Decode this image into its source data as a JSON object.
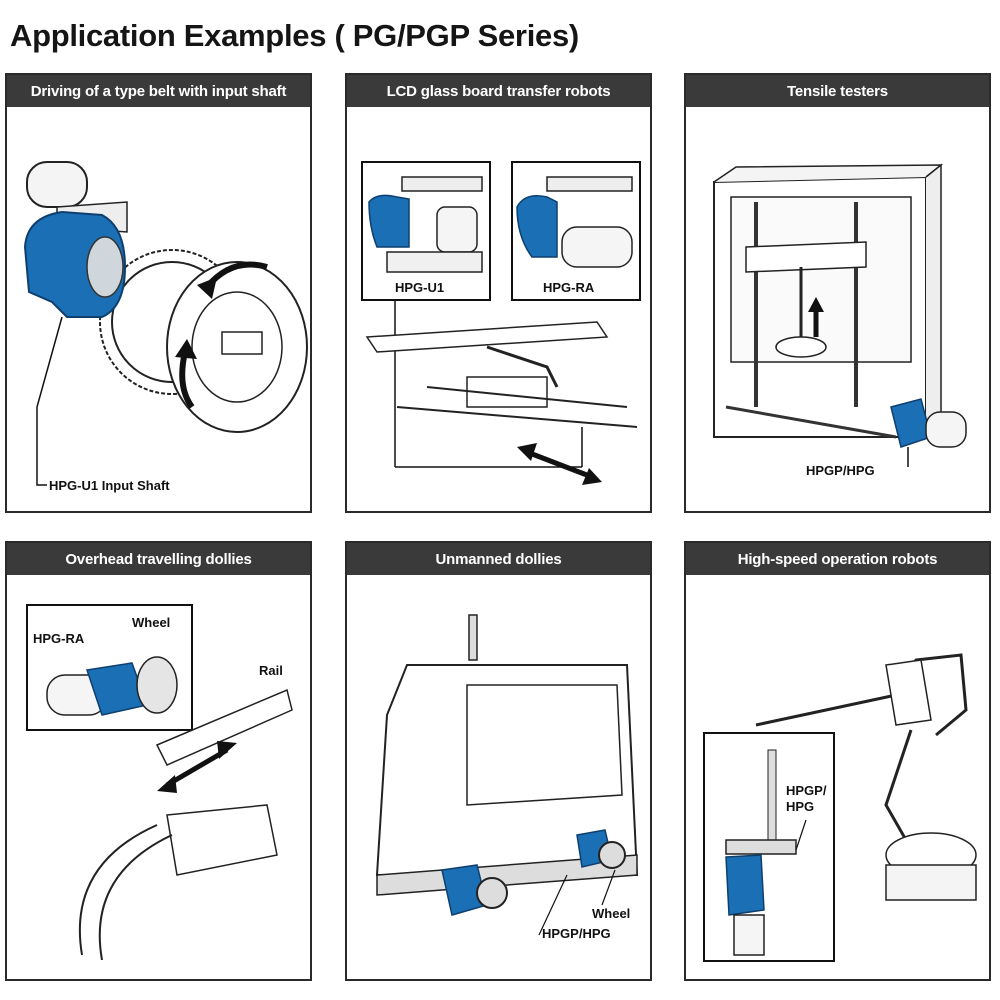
{
  "page": {
    "title": "Application Examples ( PG/PGP Series)"
  },
  "panels": [
    {
      "title": "Driving of a type belt with input shaft",
      "labels": {
        "gear": "HPG-U1 Input Shaft"
      }
    },
    {
      "title": "LCD glass board transfer robots",
      "labels": {
        "left": "HPG-U1",
        "right": "HPG-RA"
      }
    },
    {
      "title": "Tensile testers",
      "labels": {
        "gear": "HPGP/HPG"
      }
    },
    {
      "title": "Overhead travelling dollies",
      "labels": {
        "gear": "HPG-RA",
        "wheel": "Wheel",
        "rail": "Rail"
      }
    },
    {
      "title": "Unmanned dollies",
      "labels": {
        "wheel": "Wheel",
        "gear": "HPGP/HPG"
      }
    },
    {
      "title": "High-speed operation robots",
      "labels": {
        "gear1": "HPGP/",
        "gear2": "HPG"
      }
    }
  ],
  "colors": {
    "gearhead": "#1a6fb5",
    "header_bg": "#3a3a3a",
    "outline": "#2a2a2a"
  }
}
